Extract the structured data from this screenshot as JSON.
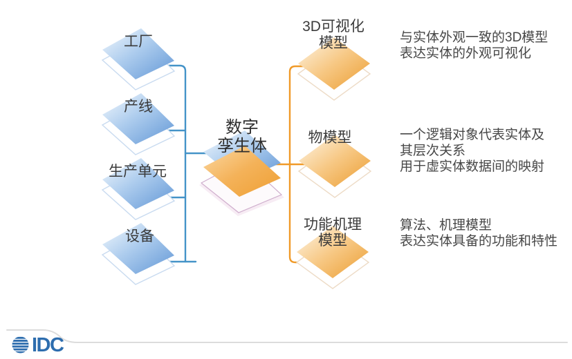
{
  "title": {
    "lines": [
      "数字",
      "孪生体"
    ]
  },
  "left_items": [
    {
      "label": "工厂"
    },
    {
      "label": "产线"
    },
    {
      "label": "生产单元"
    },
    {
      "label": "设备"
    }
  ],
  "right_items": [
    {
      "label_lines": [
        "3D可视化",
        "模型"
      ],
      "desc_lines": [
        "与实体外观一致的3D模型",
        "表达实体的外观可视化"
      ]
    },
    {
      "label_lines": [
        "物模型"
      ],
      "desc_lines": [
        "一个逻辑对象代表实体及",
        "其层次关系",
        "用于虚实体数据间的映射"
      ]
    },
    {
      "label_lines": [
        "功能机理",
        "模型"
      ],
      "desc_lines": [
        "算法、机理模型",
        "表达实体具备的功能和特性"
      ]
    }
  ],
  "footer": {
    "logo_text": "IDC"
  },
  "colors": {
    "blue_connector": "#4493c8",
    "orange_connector": "#f09a28",
    "blue_plate_dark": "#6297d6",
    "orange_plate_dark": "#eb9d31",
    "pale_plate_stroke": "#cfaecd",
    "idc_blue": "#2d6dae",
    "footer_line": "#dcdcdc"
  }
}
